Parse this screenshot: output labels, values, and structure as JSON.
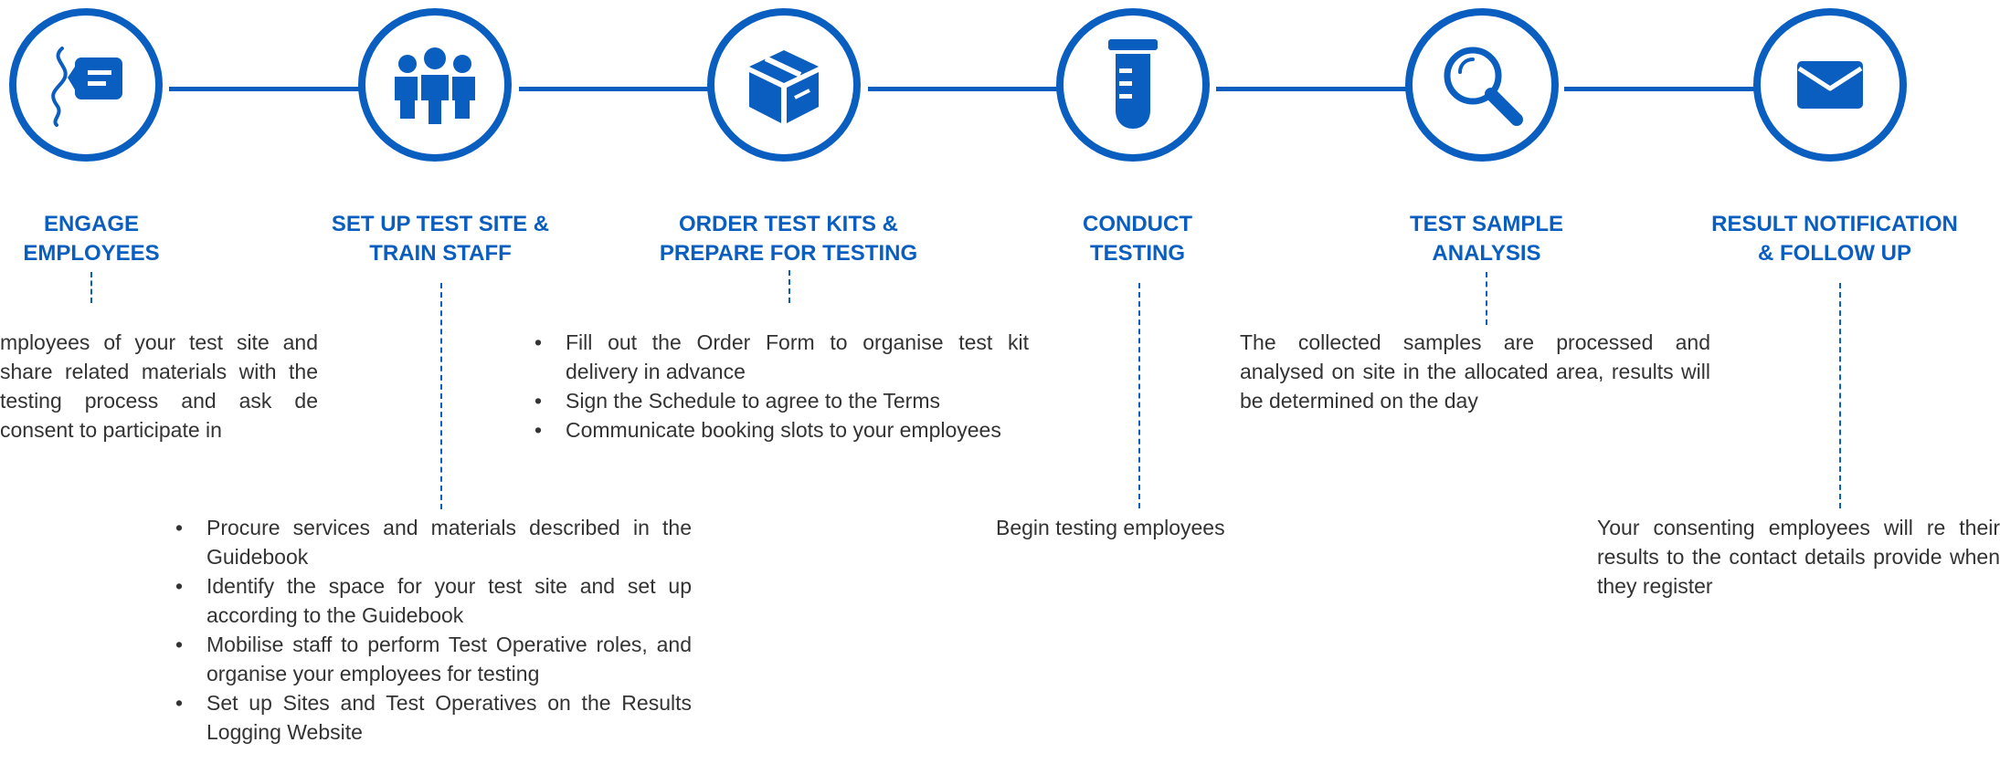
{
  "colors": {
    "accent": "#0a5ec0",
    "text": "#333333",
    "background": "#ffffff"
  },
  "steps": [
    {
      "icon": "chat-bubble-icon",
      "title": "ENGAGE\nEMPLOYEES",
      "description": "mployees of your test site and share related materials with the testing process and ask de consent to participate in"
    },
    {
      "icon": "team-icon",
      "title": "SET UP TEST SITE &\nTRAIN STAFF",
      "bullets": [
        "Procure services and materials described in the Guidebook",
        "Identify the space for your test site and set up according to the Guidebook",
        "Mobilise staff to perform Test Operative roles, and organise your employees for testing",
        "Set up Sites and Test Operatives on the Results Logging Website"
      ]
    },
    {
      "icon": "box-icon",
      "title": "ORDER TEST KITS &\nPREPARE FOR TESTING",
      "bullets": [
        "Fill out the Order Form to organise test kit delivery in advance",
        "Sign the Schedule to agree to the Terms",
        "Communicate booking slots to your employees"
      ]
    },
    {
      "icon": "test-tube-icon",
      "title": "CONDUCT\nTESTING",
      "description": "Begin testing employees"
    },
    {
      "icon": "magnifier-icon",
      "title": "TEST SAMPLE\nANALYSIS",
      "description": "The collected samples are processed and analysed on site in the allocated area, results will be determined on the day"
    },
    {
      "icon": "envelope-icon",
      "title": "RESULT NOTIFICATION\n& FOLLOW UP",
      "description": "Your consenting employees will re their results to the contact details provide when they register"
    }
  ]
}
